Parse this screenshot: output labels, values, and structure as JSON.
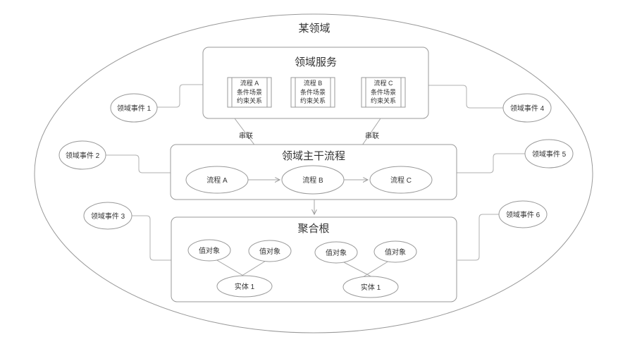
{
  "diagram": {
    "domain": {
      "title": "某领域"
    },
    "service_box": {
      "title": "领域服务",
      "processes": [
        {
          "lines": [
            "流程 A",
            "条件场景",
            "约束关系"
          ]
        },
        {
          "lines": [
            "流程 B",
            "条件场景",
            "约束关系"
          ]
        },
        {
          "lines": [
            "流程 C",
            "条件场景",
            "约束关系"
          ]
        }
      ]
    },
    "serial_links": {
      "left_label": "串联",
      "right_label": "串联"
    },
    "main_flow_box": {
      "title": "领域主干流程",
      "steps": [
        "流程 A",
        "流程 B",
        "流程 C"
      ]
    },
    "aggregate_box": {
      "title": "聚合根",
      "value_objects": [
        "值对象",
        "值对象",
        "值对象",
        "值对象"
      ],
      "entities": [
        "实体 1",
        "实体 1"
      ]
    },
    "domain_events": [
      "领域事件 1",
      "领域事件 2",
      "领域事件 3",
      "领域事件 4",
      "领域事件 5",
      "领域事件 6"
    ],
    "colors": {
      "shape_stroke": "#999999",
      "connector_stroke": "#b0b0b0",
      "text": "#333333",
      "background": "#ffffff"
    }
  }
}
